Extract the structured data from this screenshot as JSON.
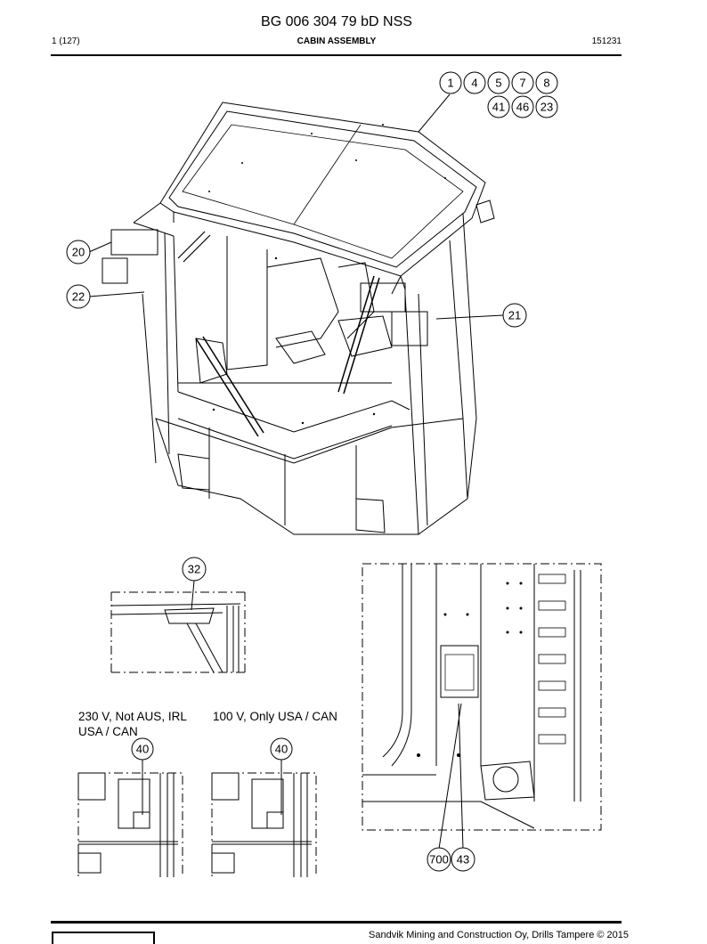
{
  "header": {
    "doc_number": "BG 006 304 79 bD NSS",
    "page": "1 (127)",
    "section": "CABIN ASSEMBLY",
    "code": "151231"
  },
  "captions": {
    "left": "230 V, Not AUS, IRL\nUSA / CAN",
    "right": "100 V, Only USA / CAN"
  },
  "callouts": {
    "c1": "1",
    "c4": "4",
    "c5": "5",
    "c7": "7",
    "c8": "8",
    "c41": "41",
    "c46": "46",
    "c23": "23",
    "c20": "20",
    "c22": "22",
    "c21": "21",
    "c32": "32",
    "c40a": "40",
    "c40b": "40",
    "c700": "700",
    "c43": "43"
  },
  "footer": {
    "copyright": "Sandvik Mining and Construction Oy, Drills Tampere © 2015"
  }
}
